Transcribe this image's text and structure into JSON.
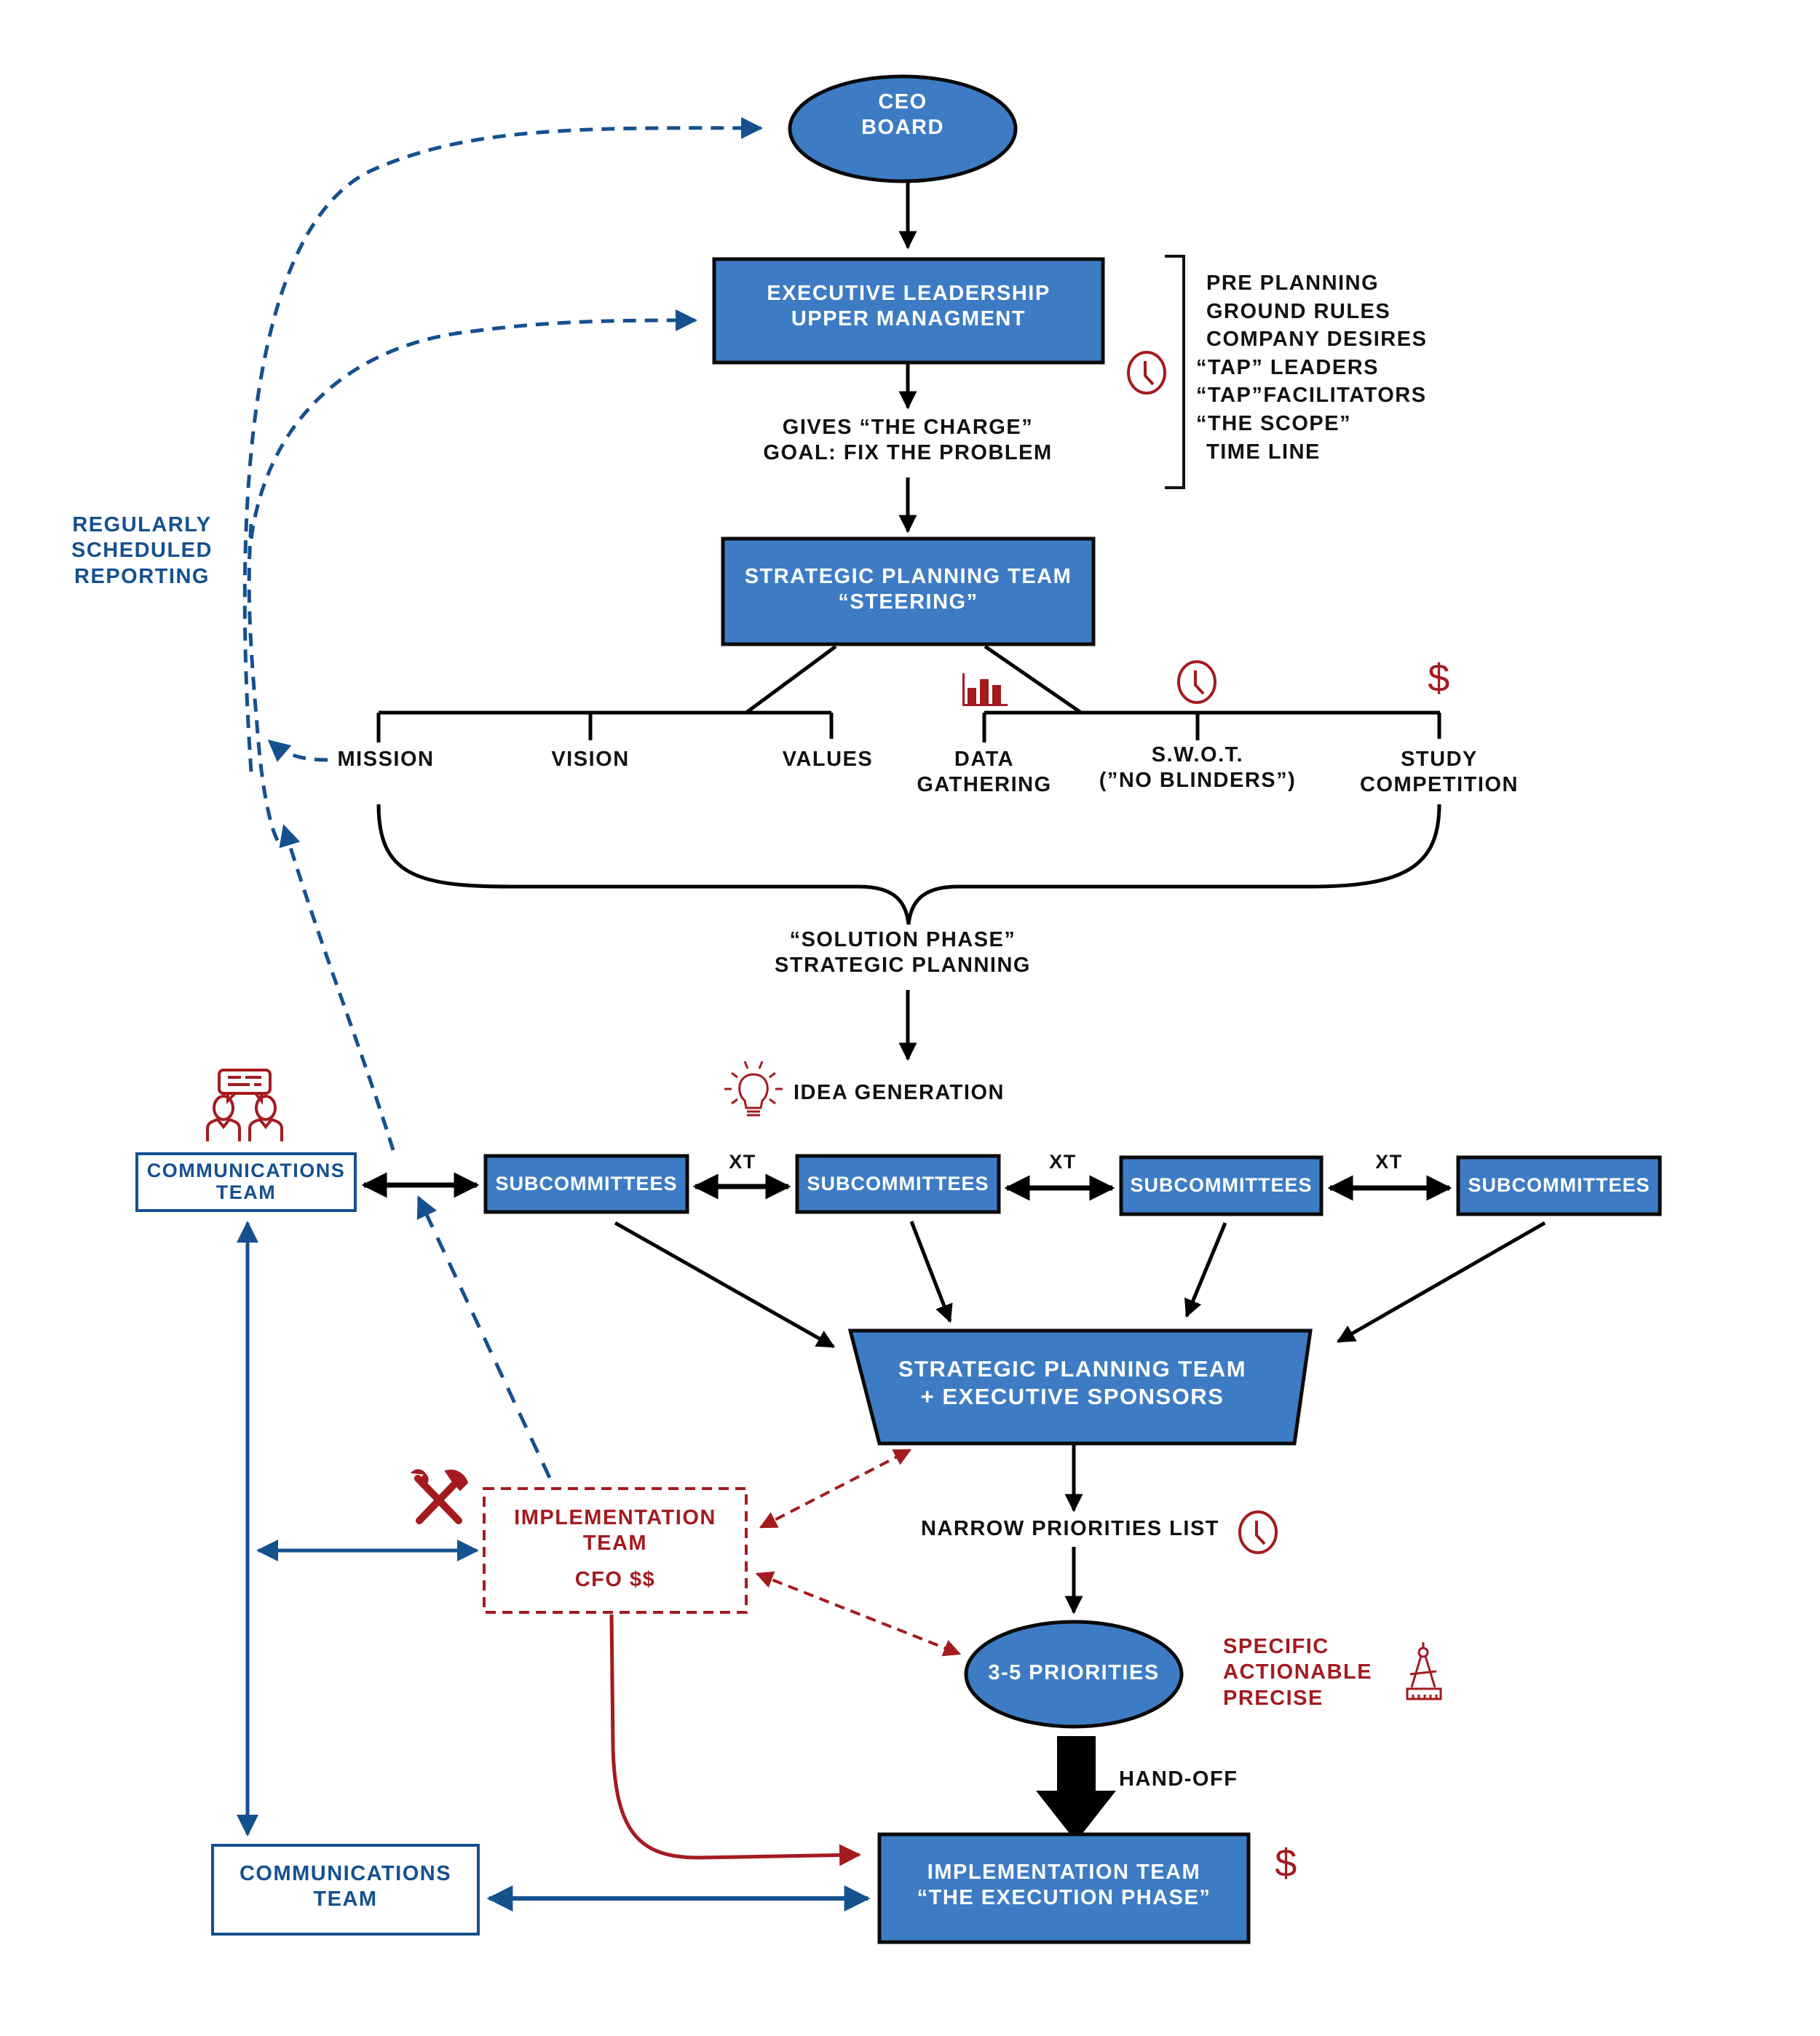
{
  "colors": {
    "node_fill": "#3d7cc4",
    "node_border": "#0a0a0a",
    "reporting_blue": "#15508f",
    "accent_red": "#a31b1f",
    "text_dark": "#111111"
  },
  "nodes": {
    "ceo": {
      "line1": "CEO",
      "line2": "BOARD"
    },
    "executive": {
      "line1": "EXECUTIVE LEADERSHIP",
      "line2": "UPPER MANAGMENT"
    },
    "charge": {
      "line1": "GIVES “THE CHARGE”",
      "line2": "GOAL: FIX THE PROBLEM"
    },
    "preplanning_list": [
      "PRE PLANNING",
      "GROUND RULES",
      "COMPANY DESIRES",
      "“TAP” LEADERS",
      "“TAP”FACILITATORS",
      "“THE SCOPE”",
      "TIME LINE"
    ],
    "steering": {
      "line1": "STRATEGIC PLANNING TEAM",
      "line2": "“STEERING”"
    },
    "branches_left": [
      "MISSION",
      "VISION",
      "VALUES"
    ],
    "branches_right": [
      {
        "line1": "DATA",
        "line2": "GATHERING",
        "icon": "bar-chart-icon"
      },
      {
        "line1": "S.W.O.T.",
        "line2": "(”NO BLINDERS”)",
        "icon": "clock-icon"
      },
      {
        "line1": "STUDY",
        "line2": "COMPETITION",
        "icon": "dollar-icon"
      }
    ],
    "solution": {
      "line1": "“SOLUTION PHASE”",
      "line2": "STRATEGIC PLANNING"
    },
    "idea": {
      "label": "IDEA GENERATION",
      "icon": "lightbulb-icon"
    },
    "reporting": {
      "line1": "REGULARLY",
      "line2": "SCHEDULED",
      "line3": "REPORTING"
    },
    "communications_top": {
      "line1": "COMMUNICATIONS",
      "line2": "TEAM",
      "icon": "people-chat-icon"
    },
    "subcommittees": [
      "SUBCOMMITTEES",
      "SUBCOMMITTEES",
      "SUBCOMMITTEES",
      "SUBCOMMITTEES"
    ],
    "cross_team_label": "XT",
    "sponsors": {
      "line1": "STRATEGIC PLANNING TEAM",
      "line2": "+ EXECUTIVE SPONSORS"
    },
    "implementation_dashed": {
      "line1": "IMPLEMENTATION",
      "line2": "TEAM",
      "line3": "CFO $$",
      "icon": "tools-icon"
    },
    "narrow": {
      "label": "NARROW PRIORITIES LIST",
      "icon": "clock-icon"
    },
    "priorities": {
      "label": "3-5 PRIORITIES"
    },
    "criteria": {
      "line1": "SPECIFIC",
      "line2": "ACTIONABLE",
      "line3": "PRECISE",
      "icon": "compass-ruler-icon"
    },
    "handoff": {
      "label": "HAND-OFF"
    },
    "execution": {
      "line1": "IMPLEMENTATION TEAM",
      "line2": "“THE EXECUTION PHASE”",
      "icon": "dollar-icon"
    },
    "communications_bottom": {
      "line1": "COMMUNICATIONS",
      "line2": "TEAM"
    }
  },
  "icons": {
    "dollar": "$"
  }
}
